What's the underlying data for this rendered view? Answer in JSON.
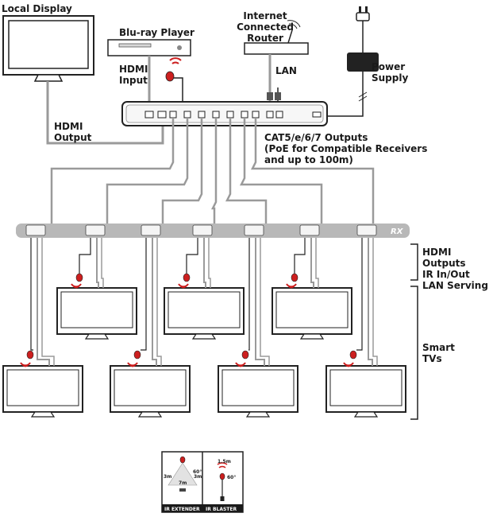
{
  "labels": {
    "local_display": "Local Display",
    "bluray_player": "Blu-ray Player",
    "internet_router": "Internet Connected\nRouter",
    "power_supply": "Power\nSupply",
    "hdmi_input": "HDMI\nInput",
    "lan": "LAN",
    "hdmi_output": "HDMI\nOutput",
    "cat_outputs": "CAT5/e/6/7 Outputs\n(PoE for Compatible Receivers\nand up to 100m)",
    "rx": "RX",
    "hdmi_outputs_ir": "HDMI Outputs\nIR In/Out\nLAN Serving",
    "smart_tvs": "Smart\nTVs"
  },
  "legend": {
    "ir_extender_label": "IR EXTENDER",
    "ir_blaster_label": "IR BLASTER",
    "extender_angle": "60°",
    "extender_side_left": "3m",
    "extender_side_right": "3m",
    "extender_distance": "7m",
    "blaster_distance": "1.5m",
    "blaster_angle": "60°"
  },
  "colors": {
    "stroke": "#222222",
    "cable": "#9a9a9a",
    "ir_red": "#cc1f1f",
    "rx_bar": "#b8b8b8",
    "rx_text": "#ffffff"
  }
}
